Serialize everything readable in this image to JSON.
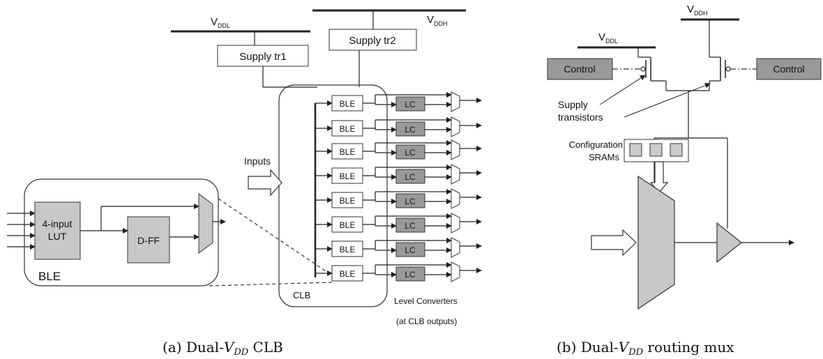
{
  "diagram_a": {
    "vddl": {
      "main": "V",
      "sub": "DDL"
    },
    "vddh": {
      "main": "V",
      "sub": "DDH"
    },
    "supply_tr1": "Supply tr1",
    "supply_tr2": "Supply tr2",
    "inputs_label": "Inputs",
    "ble_label": "BLE",
    "lc_label": "LC",
    "clb_label": "CLB",
    "level_converters_line1": "Level Converters",
    "level_converters_line2": "(at CLB outputs)",
    "lut_line1": "4-input",
    "lut_line2": "LUT",
    "dff_label": "D-FF",
    "ble_detail_label": "BLE",
    "caption_prefix": "(a) Dual-",
    "caption_v": "V",
    "caption_sub": "DD",
    "caption_suffix": " CLB"
  },
  "diagram_b": {
    "vddl": {
      "main": "V",
      "sub": "DDL"
    },
    "vddh": {
      "main": "V",
      "sub": "DDH"
    },
    "control_left": "Control",
    "control_right": "Control",
    "supply_transistors_line1": "Supply",
    "supply_transistors_line2": "transistors",
    "config_line1": "Configuration",
    "config_line2": "SRAMs",
    "caption_prefix": "(b) Dual-",
    "caption_v": "V",
    "caption_sub": "DD",
    "caption_suffix": " routing mux"
  },
  "colors": {
    "shaded": "#c8c8c8",
    "line": "#222222"
  }
}
